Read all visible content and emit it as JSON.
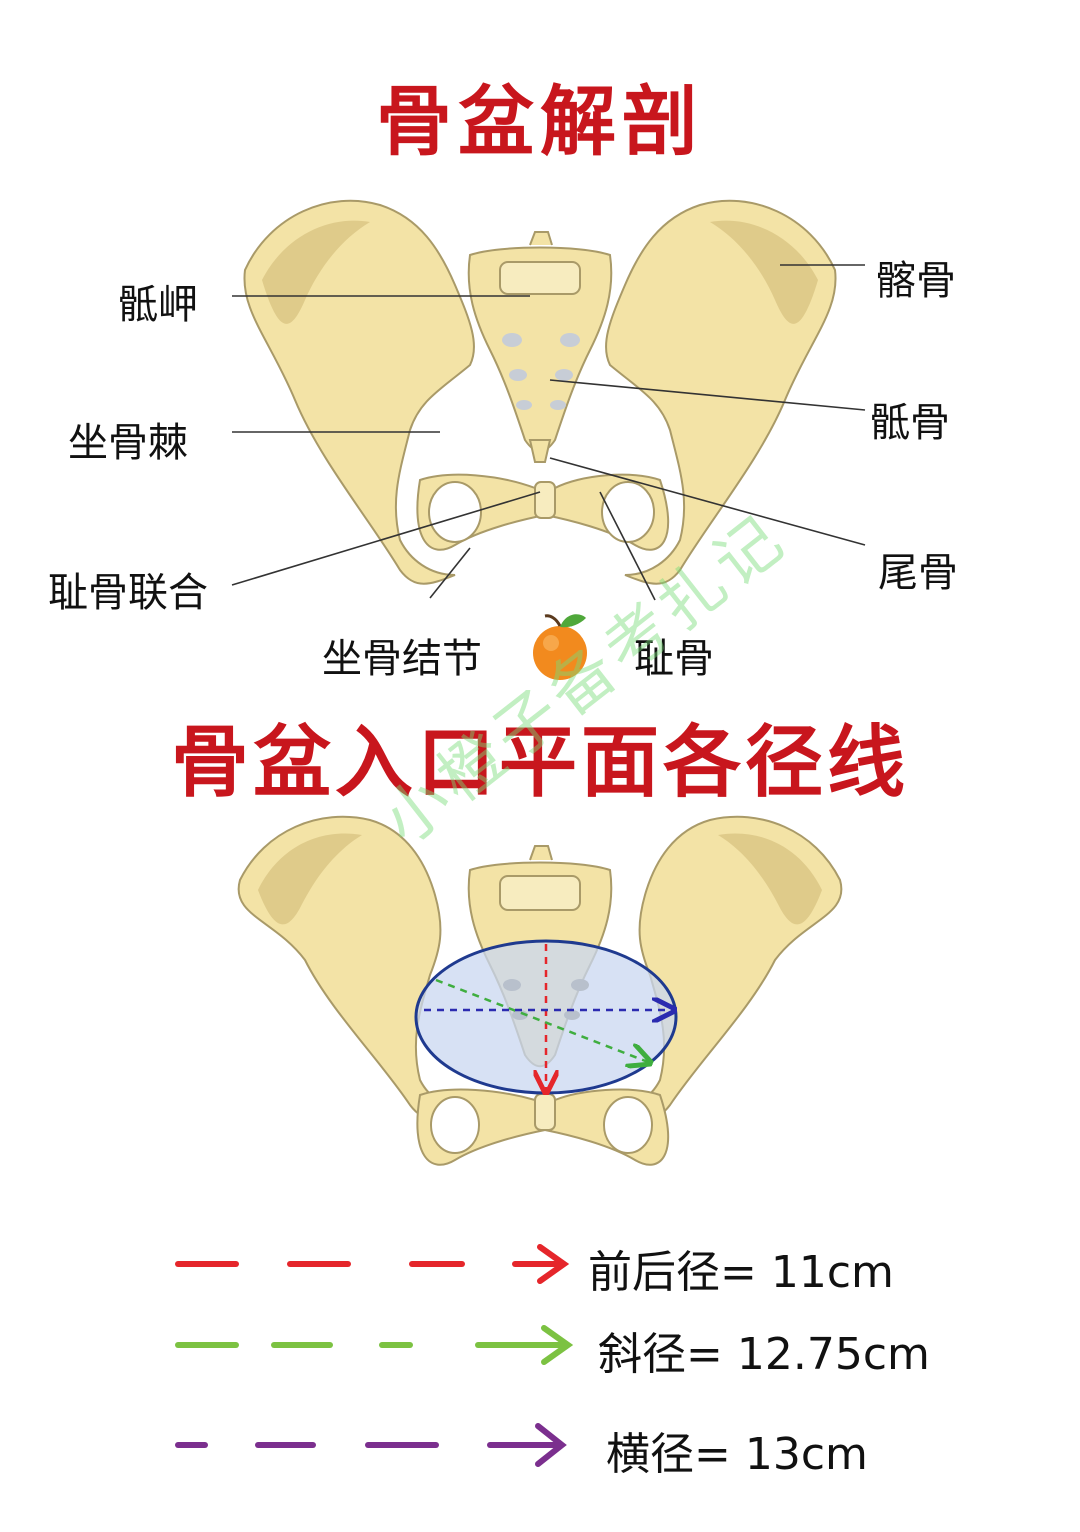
{
  "titles": {
    "top": "骨盆解剖",
    "bottom": "骨盆入口平面各径线"
  },
  "labels": {
    "sacral_promontory": "骶岬",
    "ischial_spine": "坐骨棘",
    "pubic_symphysis": "耻骨联合",
    "ischial_tuberosity": "坐骨结节",
    "ilium": "髂骨",
    "sacrum": "骶骨",
    "coccyx": "尾骨",
    "pubis": "耻骨"
  },
  "legend": [
    {
      "text": "前后径= 11cm",
      "color": "#e5262b"
    },
    {
      "text": "斜径= 12.75cm",
      "color": "#7cc242"
    },
    {
      "text": "横径= 13cm",
      "color": "#7b2f8e"
    }
  ],
  "watermark": "小橙子备考扎记",
  "icons": {
    "orange": "orange-fruit-icon"
  },
  "colors": {
    "bone": "#f3e3a6",
    "bone_shadow": "#d9c483",
    "bone_outline": "#a99a68",
    "inlet_fill": "#c9d7f0",
    "inlet_outline": "#1f3a8f",
    "title": "#c8161d"
  }
}
